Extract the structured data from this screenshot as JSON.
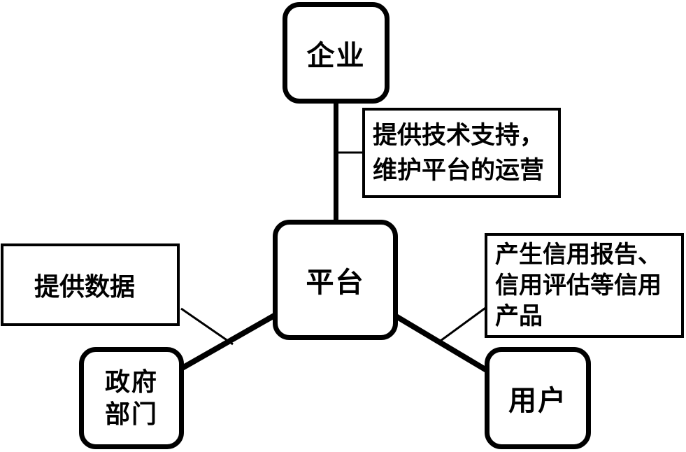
{
  "diagram": {
    "description": "Credit platform relationship diagram",
    "colors": {
      "background": "#ffffff",
      "line": "#000000",
      "text": "#000000"
    },
    "nodes": {
      "enterprise": {
        "label": "企业"
      },
      "platform": {
        "label": "平台"
      },
      "government": {
        "line1": "政府",
        "line2": "部门"
      },
      "user": {
        "label": "用户"
      }
    },
    "annotations": {
      "tech_support": {
        "line1": "提供技术支持，",
        "line2": "维护平台的运营"
      },
      "provide_data": {
        "line1": "提供数据"
      },
      "credit_products": {
        "line1": "产生信用报告、",
        "line2": "信用评估等信用",
        "line3": "产品"
      }
    }
  }
}
